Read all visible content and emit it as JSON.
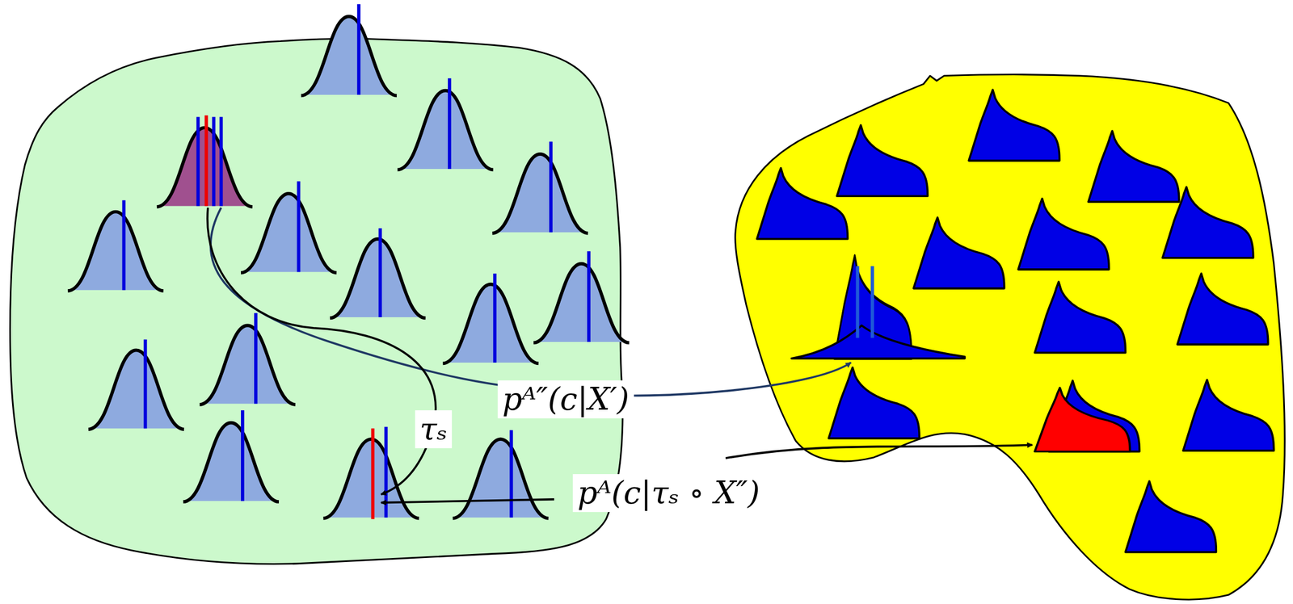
{
  "diagram": {
    "labels": [
      "pᴬ″(c|X′)",
      "τₛ",
      "pᴬ(c|τₛ ∘ X″)"
    ]
  }
}
